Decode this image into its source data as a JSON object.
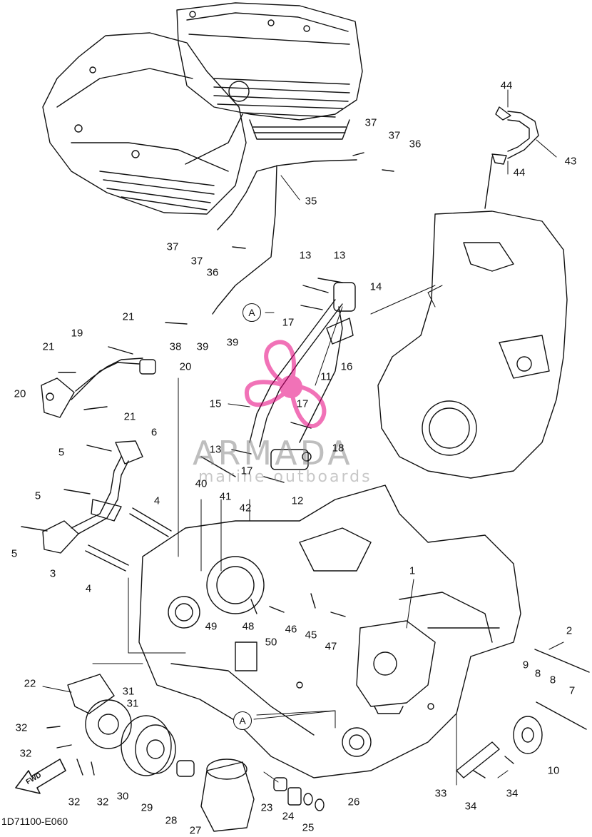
{
  "diagram": {
    "code": "1D71100-E060",
    "fwd_label": "FWD",
    "reference_marker": "A",
    "part_numbers": [
      "1",
      "2",
      "3",
      "4",
      "5",
      "6",
      "7",
      "8",
      "9",
      "10",
      "11",
      "12",
      "13",
      "14",
      "15",
      "16",
      "17",
      "18",
      "19",
      "20",
      "21",
      "22",
      "23",
      "24",
      "25",
      "26",
      "27",
      "28",
      "29",
      "30",
      "31",
      "32",
      "33",
      "34",
      "35",
      "36",
      "37",
      "38",
      "39",
      "40",
      "41",
      "42",
      "43",
      "44",
      "45",
      "46",
      "47",
      "48",
      "49",
      "50"
    ]
  },
  "watermark": {
    "brand": "ARMADA",
    "tagline": "marine outboards",
    "accent_color": "#e6007e"
  }
}
